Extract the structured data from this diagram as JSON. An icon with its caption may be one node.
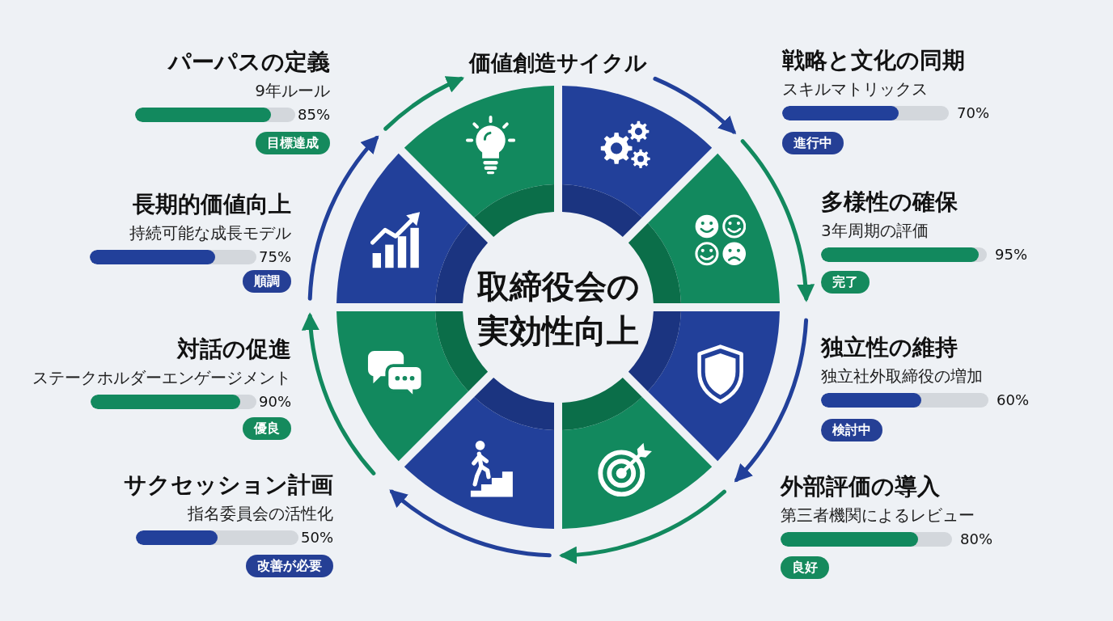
{
  "diagram": {
    "title": "価値創造サイクル",
    "nodes": [
      {
        "text": [
          "取締役会の実効性向上"
        ]
      },
      {
        "text": [],
        "shape": "segment",
        "beside": [
          "パーパスの定義",
          "9年ルール",
          "85%"
        ]
      },
      {
        "text": [],
        "shape": "segment",
        "beside": [
          "戦略と文化の同期",
          "スキルマトリックス",
          "70%"
        ]
      },
      {
        "text": [],
        "shape": "segment",
        "beside": [
          "多様性の確保",
          "3年周期の評価",
          "95%"
        ]
      },
      {
        "text": [],
        "shape": "segment",
        "beside": [
          "独立性の維持",
          "独立社外取締役の増加",
          "60%"
        ]
      },
      {
        "text": [],
        "shape": "segment",
        "beside": [
          "外部評価の導入",
          "第三者機関によるレビュー",
          "80%"
        ]
      },
      {
        "text": [],
        "shape": "segment",
        "beside": [
          "サクセッション計画",
          "指名委員会の活性化",
          "50%"
        ]
      },
      {
        "text": [],
        "shape": "segment",
        "beside": [
          "対話の促進",
          "ステークホルダーエンゲージメント",
          "90%"
        ]
      },
      {
        "text": [],
        "shape": "segment",
        "beside": [
          "長期的価値向上",
          "持続可能な成長モデル",
          "75%"
        ]
      },
      {
        "text": [
          "目標達成"
        ]
      },
      {
        "text": [
          "進行中"
        ]
      },
      {
        "text": [
          "完了"
        ]
      },
      {
        "text": [
          "検討中"
        ]
      },
      {
        "text": [
          "良好"
        ]
      },
      {
        "text": [
          "改善が必要"
        ]
      },
      {
        "text": [
          "優良"
        ]
      },
      {
        "text": [
          "順調"
        ]
      }
    ]
  }
}
